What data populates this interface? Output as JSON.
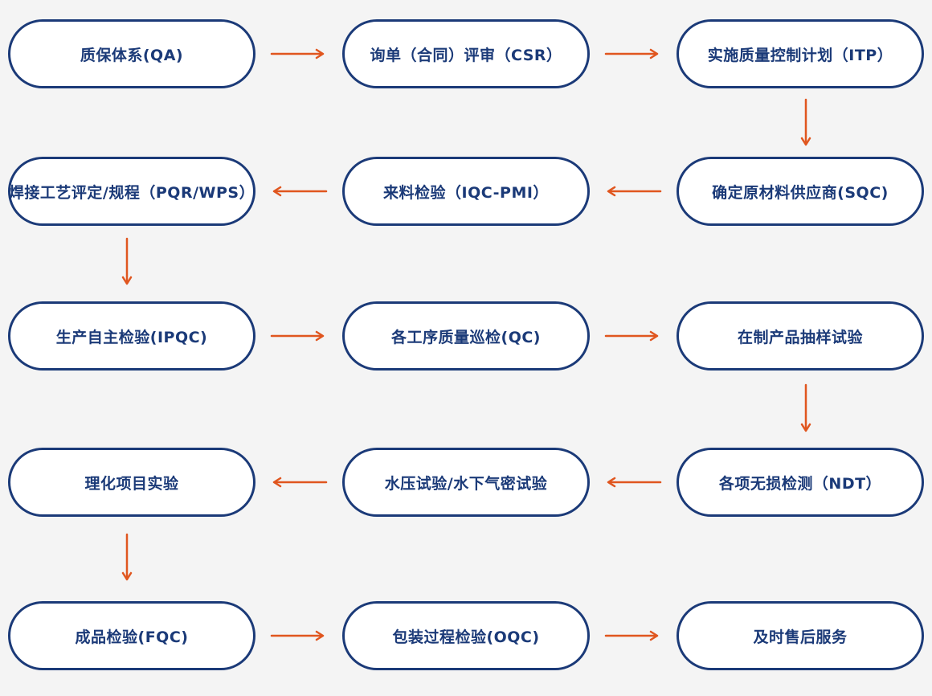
{
  "colors": {
    "node_border": "#1b3a78",
    "node_text": "#1b3a78",
    "node_fill": "#ffffff",
    "arrow": "#e0561f",
    "background": "#f4f4f4"
  },
  "nodes": [
    {
      "id": "qa",
      "label": "质保体系(QA)"
    },
    {
      "id": "csr",
      "label": "询单（合同）评审（CSR）"
    },
    {
      "id": "itp",
      "label": "实施质量控制计划（ITP）"
    },
    {
      "id": "sqc",
      "label": "确定原材料供应商(SQC)"
    },
    {
      "id": "iqc",
      "label": "来料检验（IQC-PMI）"
    },
    {
      "id": "pqr",
      "label": "焊接工艺评定/规程（PQR/WPS）"
    },
    {
      "id": "ipqc",
      "label": "生产自主检验(IPQC)"
    },
    {
      "id": "qc",
      "label": "各工序质量巡检(QC)"
    },
    {
      "id": "sample",
      "label": "在制产品抽样试验"
    },
    {
      "id": "ndt",
      "label": "各项无损检测（NDT）"
    },
    {
      "id": "pressure",
      "label": "水压试验/水下气密试验"
    },
    {
      "id": "physchem",
      "label": "理化项目实验"
    },
    {
      "id": "fqc",
      "label": "成品检验(FQC)"
    },
    {
      "id": "oqc",
      "label": "包装过程检验(OQC)"
    },
    {
      "id": "service",
      "label": "及时售后服务"
    }
  ],
  "edges": [
    {
      "from": "qa",
      "to": "csr"
    },
    {
      "from": "csr",
      "to": "itp"
    },
    {
      "from": "itp",
      "to": "sqc"
    },
    {
      "from": "sqc",
      "to": "iqc"
    },
    {
      "from": "iqc",
      "to": "pqr"
    },
    {
      "from": "pqr",
      "to": "ipqc"
    },
    {
      "from": "ipqc",
      "to": "qc"
    },
    {
      "from": "qc",
      "to": "sample"
    },
    {
      "from": "sample",
      "to": "ndt"
    },
    {
      "from": "ndt",
      "to": "pressure"
    },
    {
      "from": "pressure",
      "to": "physchem"
    },
    {
      "from": "physchem",
      "to": "fqc"
    },
    {
      "from": "fqc",
      "to": "oqc"
    },
    {
      "from": "oqc",
      "to": "service"
    }
  ]
}
